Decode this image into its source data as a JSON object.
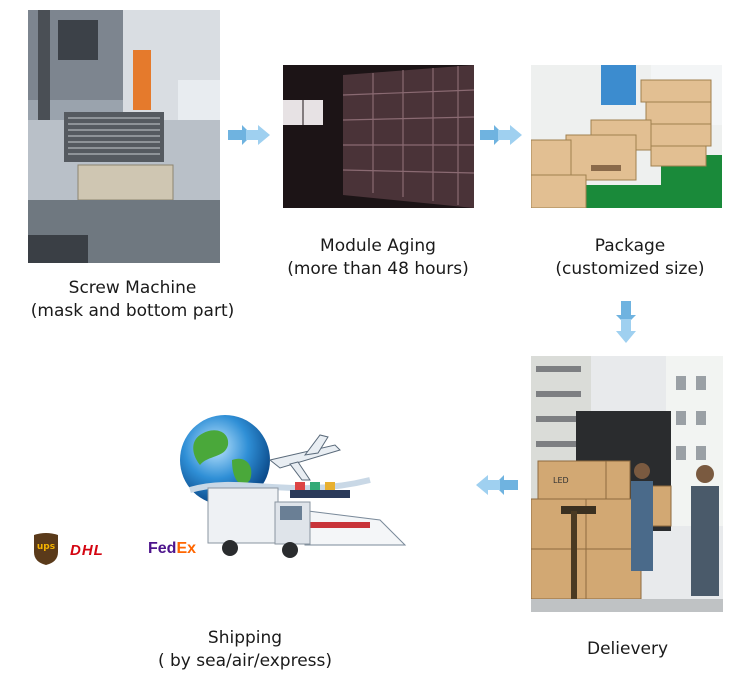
{
  "steps": [
    {
      "line1": "Screw Machine",
      "line2": "(mask and bottom part)"
    },
    {
      "line1": "Module Aging",
      "line2": "(more than 48 hours)"
    },
    {
      "line1": "Package",
      "line2": "(customized size)"
    },
    {
      "line1": "Delievery",
      "line2": ""
    },
    {
      "line1": "Shipping",
      "line2": "( by sea/air/express)"
    }
  ],
  "carriers": {
    "ups": "ups",
    "dhl": "DHL",
    "fedex_fed": "Fed",
    "fedex_ex": "Ex"
  },
  "box_label": "LED",
  "colors": {
    "arrow": "#6fb3e0",
    "fedex_purple": "#4d148c",
    "fedex_orange": "#ff6600",
    "dhl_red": "#d40511",
    "ups_brown": "#5a3a1a",
    "ups_gold": "#f5b400"
  }
}
